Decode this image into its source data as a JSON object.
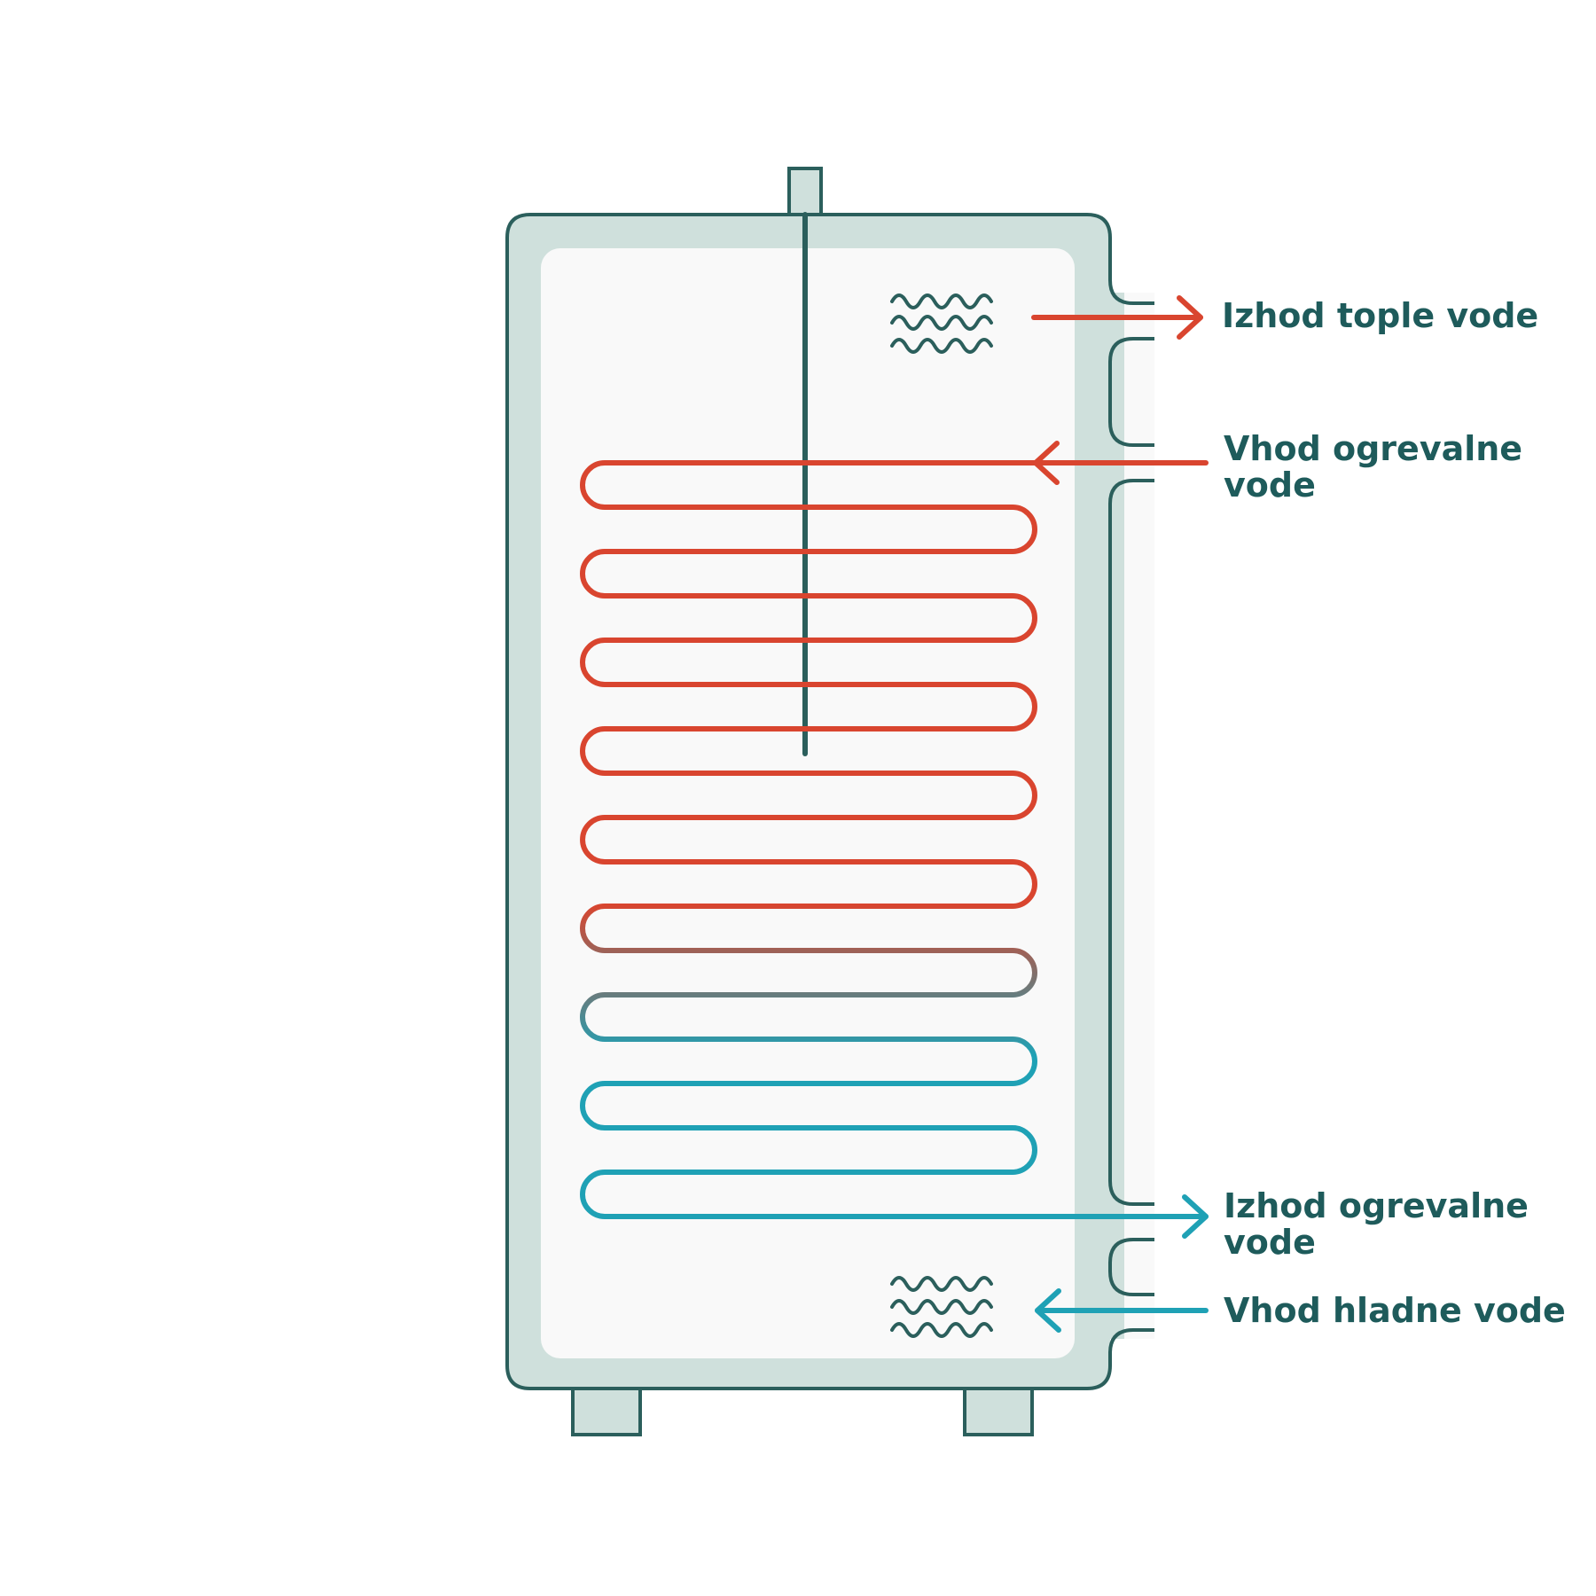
{
  "labels": {
    "hot_water_outlet": "Izhod tople vode",
    "heating_water_inlet_line1": "Vhod ogrevalne",
    "heating_water_inlet_line2": "vode",
    "heating_water_outlet_line1": "Izhod ogrevalne",
    "heating_water_outlet_line2": "vode",
    "cold_water_inlet": "Vhod hladne vode"
  },
  "colors": {
    "outline": "#2b5f5c",
    "tank_wall": "#cfe0dc",
    "tank_inside": "#f9f9f9",
    "hot": "#d9452f",
    "cold": "#1fa1b5",
    "label_text": "#1e5b5b"
  },
  "icons": {
    "top_waves": "hot-water-waves-icon",
    "bottom_waves": "cold-water-waves-icon"
  }
}
